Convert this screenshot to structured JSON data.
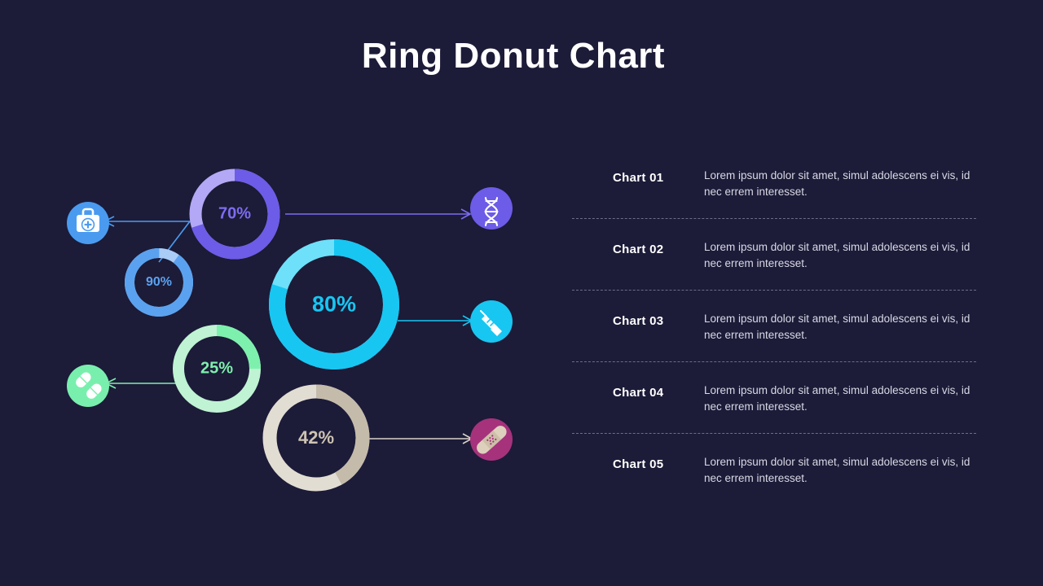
{
  "title": "Ring Donut Chart",
  "theme": {
    "background": "#1c1b38",
    "title_color": "#ffffff",
    "divider_color": "#6d6d86"
  },
  "chart_data": {
    "type": "pie",
    "title": "Ring Donut Chart",
    "subtitle": "",
    "legend_position": "right",
    "rings": [
      {
        "id": "ring-70",
        "label": "70%",
        "value": 70,
        "remainder": 30,
        "color": "#6c5ce7",
        "track_color": "#b3a8f5",
        "icon": "dna-icon",
        "icon_color": "#6c5ce7",
        "connector_color": "#7d6cf0",
        "connector_direction": "right"
      },
      {
        "id": "ring-90",
        "label": "90%",
        "value": 90,
        "remainder": 10,
        "color": "#5aa2f0",
        "track_color": "#a9cdf7",
        "icon": "medical-bag-icon",
        "icon_color": "#4a9bf0",
        "connector_color": "#4a9bf0",
        "connector_direction": "left-elbow"
      },
      {
        "id": "ring-80",
        "label": "80%",
        "value": 80,
        "remainder": 20,
        "color": "#18c6f2",
        "track_color": "#6ee0fa",
        "icon": "syringe-icon",
        "icon_color": "#18c6f2",
        "connector_color": "#18c6f2",
        "connector_direction": "right"
      },
      {
        "id": "ring-25",
        "label": "25%",
        "value": 25,
        "remainder": 75,
        "color": "#7ef0ad",
        "track_color": "#bff3d3",
        "icon": "pills-icon",
        "icon_color": "#79efae",
        "connector_color": "#7ef0ad",
        "connector_direction": "left"
      },
      {
        "id": "ring-42",
        "label": "42%",
        "value": 42,
        "remainder": 58,
        "color": "#c4bbaa",
        "track_color": "#e2ddd3",
        "icon": "bandage-icon",
        "icon_color": "#a6327c",
        "connector_color": "#d8d2c7",
        "connector_direction": "right"
      }
    ],
    "categories": [
      "Chart 01",
      "Chart 02",
      "Chart 03",
      "Chart 04",
      "Chart 05"
    ],
    "values": [
      70,
      90,
      80,
      25,
      42
    ]
  },
  "list": {
    "rows": [
      {
        "title": "Chart 01",
        "body": "Lorem ipsum dolor sit amet, simul adolescens ei vis, id nec errem interesset."
      },
      {
        "title": "Chart 02",
        "body": "Lorem ipsum dolor sit amet, simul adolescens ei vis, id nec errem interesset."
      },
      {
        "title": "Chart 03",
        "body": "Lorem ipsum dolor sit amet, simul adolescens ei vis, id nec errem interesset."
      },
      {
        "title": "Chart 04",
        "body": "Lorem ipsum dolor sit amet, simul adolescens ei vis, id nec errem interesset."
      },
      {
        "title": "Chart 05",
        "body": "Lorem ipsum dolor sit amet, simul adolescens ei vis, id nec errem interesset."
      }
    ]
  }
}
